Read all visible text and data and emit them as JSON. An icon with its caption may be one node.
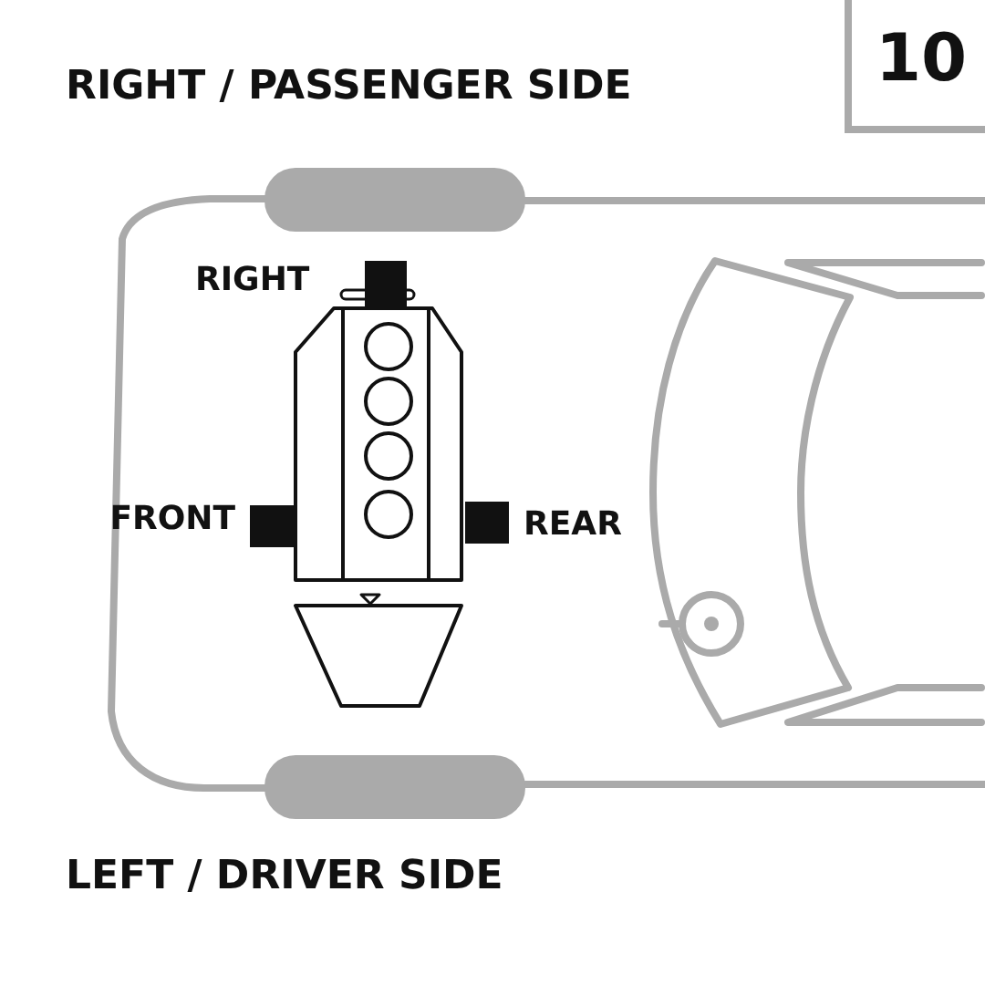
{
  "diagram": {
    "nodes": [
      {
        "text": [
          "10"
        ]
      }
    ],
    "labels": [
      "RIGHT / PASSENGER SIDE",
      "RIGHT",
      "FRONT",
      "REAR",
      "LEFT / DRIVER SIDE"
    ]
  }
}
